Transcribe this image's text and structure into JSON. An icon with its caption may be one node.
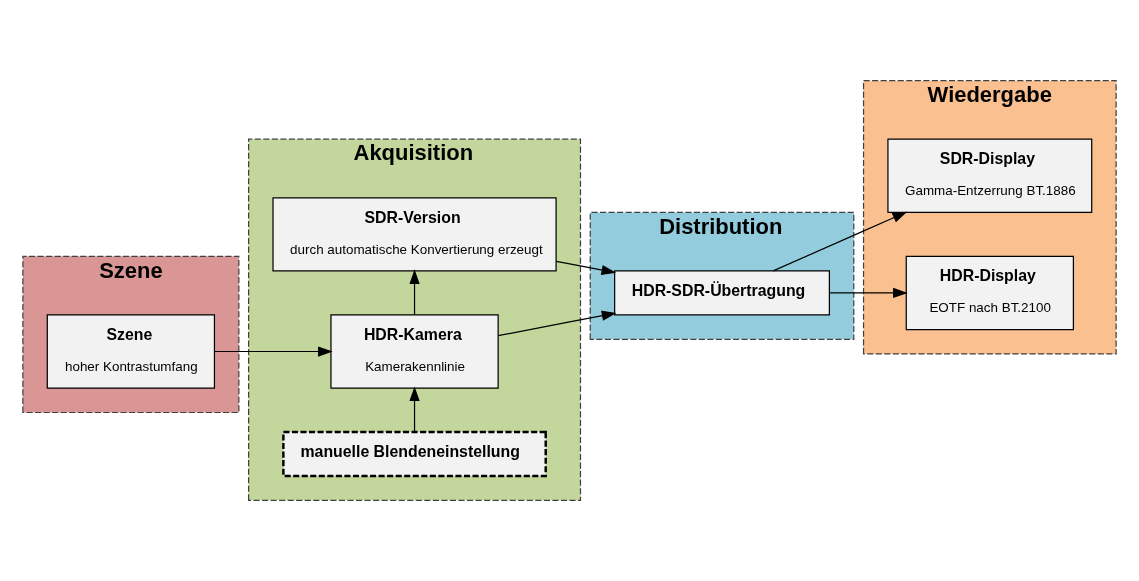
{
  "diagram": {
    "nodes": [
      {
        "text": [
          "Szene"
        ]
      },
      {
        "text": [
          "Akquisition"
        ]
      },
      {
        "text": [
          "Distribution"
        ]
      },
      {
        "text": [
          "Wiedergabe"
        ]
      },
      {
        "text": [
          "Szene",
          "hoher Kontrastumfang"
        ],
        "in": 0
      },
      {
        "text": [
          "SDR-Version",
          "durch automatische Konvertierung erzeugt"
        ],
        "in": 1
      },
      {
        "text": [
          "HDR-Kamera",
          "Kamerakennlinie"
        ],
        "in": 1
      },
      {
        "text": [
          "manuelle Blendeneinstellung"
        ],
        "in": 1
      },
      {
        "text": [
          "HDR-SDR-Übertragung"
        ],
        "in": 2
      },
      {
        "text": [
          "SDR-Display",
          "Gamma-Entzerrung BT.1886"
        ],
        "in": 3
      },
      {
        "text": [
          "HDR-Display",
          "EOTF nach BT.2100"
        ],
        "in": 3
      }
    ],
    "edges": [
      {
        "from": 4,
        "to": 6,
        "arrow": "to"
      },
      {
        "from": 6,
        "to": 5,
        "arrow": "to"
      },
      {
        "from": 7,
        "to": 6,
        "arrow": "to"
      },
      {
        "from": 5,
        "to": 8,
        "arrow": "to"
      },
      {
        "from": 6,
        "to": 8,
        "arrow": "to"
      },
      {
        "from": 8,
        "to": 9,
        "arrow": "to"
      },
      {
        "from": 8,
        "to": 10,
        "arrow": "to"
      }
    ]
  }
}
